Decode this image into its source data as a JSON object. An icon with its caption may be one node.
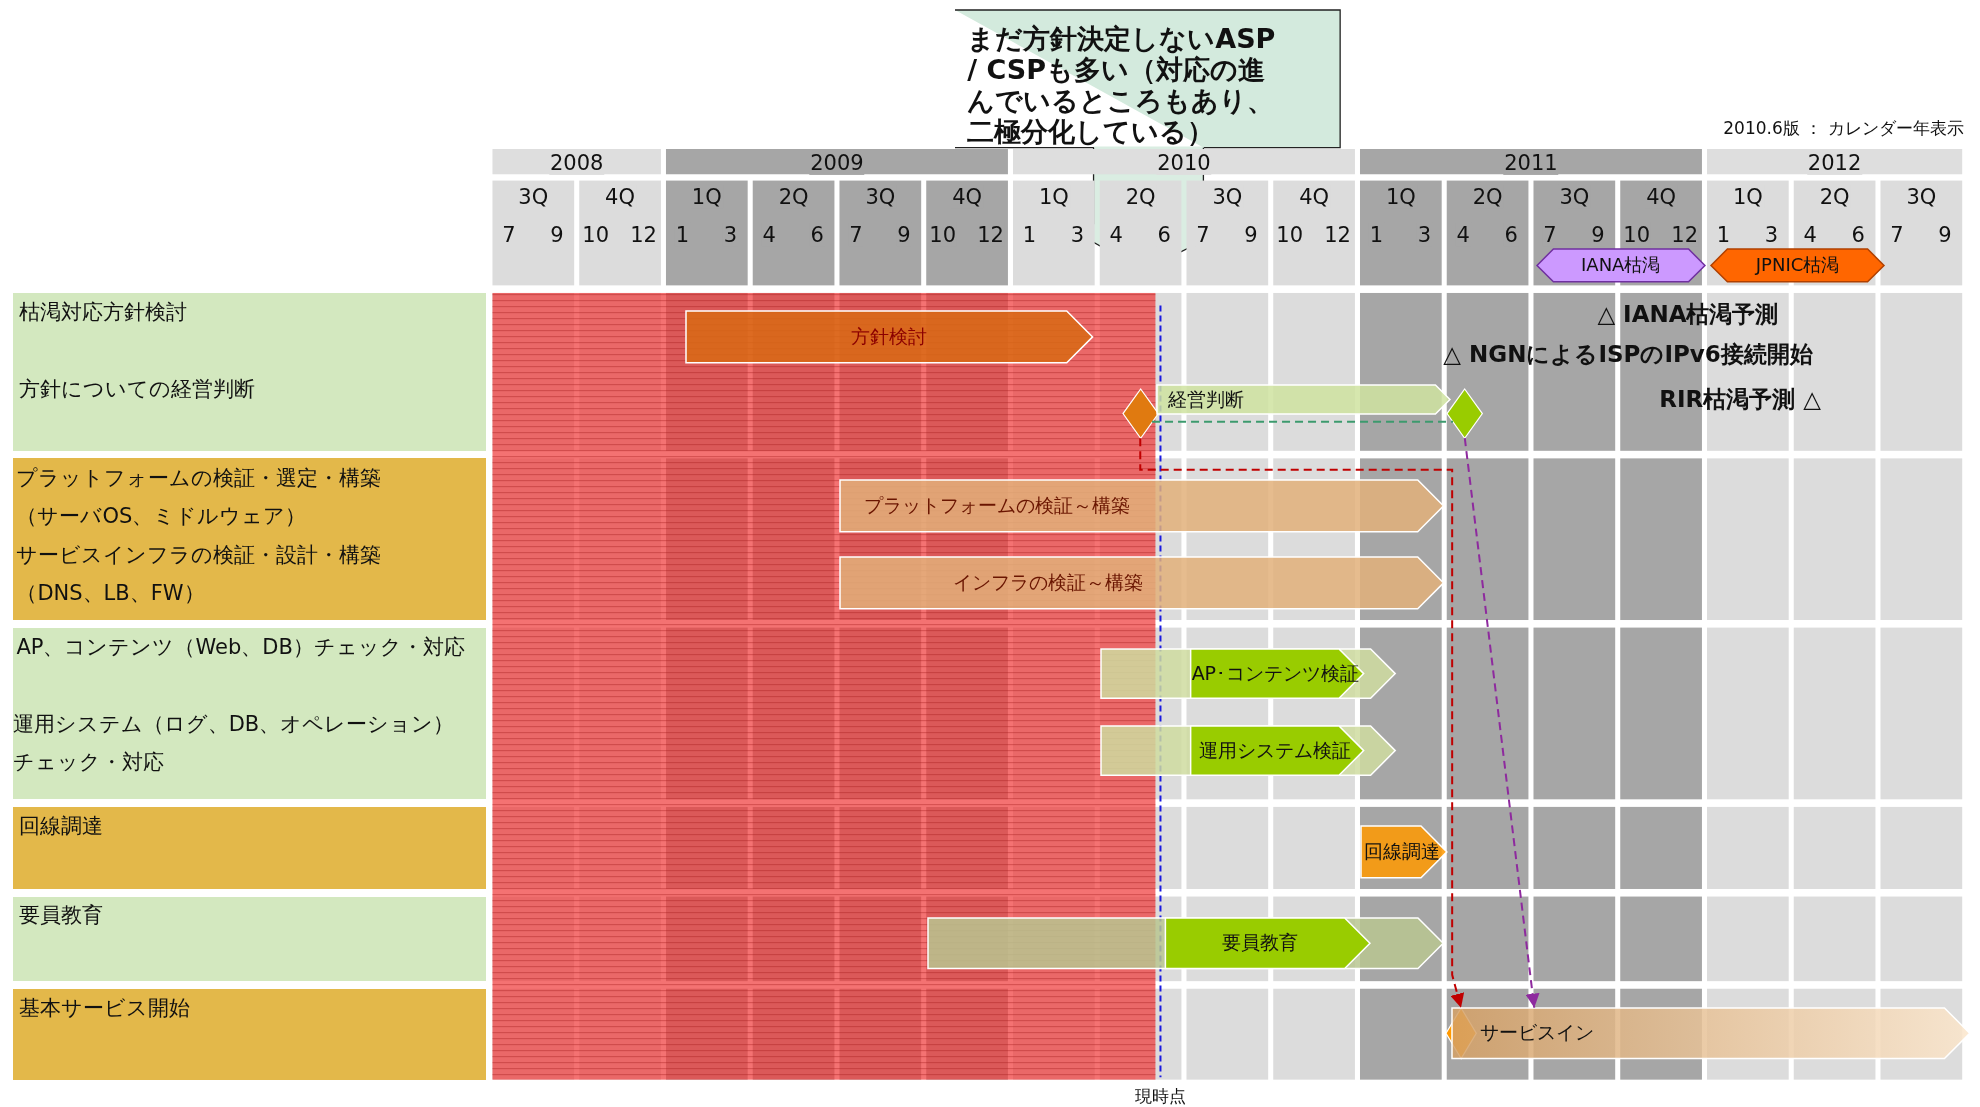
{
  "diagram": {
    "nodes": [
      {
        "text": [
          "まだ方針決定しないASP / CSPも多い（対応の進んでいるところもあり、二極分化している）"
        ]
      },
      {
        "text": [
          "IANA枯渇"
        ]
      },
      {
        "text": [
          "JPNIC枯渇"
        ]
      },
      {
        "text": [
          "枯渇対応方針検討",
          "方針についての経営判断"
        ]
      },
      {
        "text": [
          "プラットフォームの検証・選定・構築（サーバOS、ミドルウェア）",
          "サービスインフラの検証・設計・構築（DNS、LB、FW）"
        ]
      },
      {
        "text": [
          "AP、コンテンツ（Web、DB）チェック・対応",
          "運用システム（ログ、DB、オペレーション）チェック・対応"
        ]
      },
      {
        "text": [
          "回線調達"
        ]
      },
      {
        "text": [
          "要員教育"
        ]
      },
      {
        "text": [
          "基本サービス開始"
        ]
      },
      {
        "text": [
          "方針検討"
        ]
      },
      {
        "text": [],
        "shape": "diamond"
      },
      {
        "text": [
          "経営判断"
        ]
      },
      {
        "text": [],
        "shape": "diamond"
      },
      {
        "text": [
          "プラットフォームの検証～構築"
        ]
      },
      {
        "text": [
          "インフラの検証～構築"
        ]
      },
      {
        "text": [
          "AP･コンテンツ検証"
        ]
      },
      {
        "text": [
          "運用システム検証"
        ]
      },
      {
        "text": [
          "回線調達"
        ]
      },
      {
        "text": [
          "要員教育"
        ]
      },
      {
        "text": [],
        "shape": "diamond"
      },
      {
        "text": [
          "サービスイン"
        ]
      }
    ],
    "edges": [
      {
        "from": 10,
        "to": 12,
        "arrow": "none",
        "style": "dashed",
        "color": "#3c9a6e"
      },
      {
        "from": 10,
        "to": 19,
        "arrow": "to",
        "style": "dashed",
        "color": "#c00000"
      },
      {
        "from": 12,
        "to": 20,
        "arrow": "to",
        "style": "dashed",
        "color": "#8e2a9e"
      }
    ],
    "labels": [
      "2010.6版 ： カレンダー年表示",
      "2008",
      "2009",
      "2010",
      "2011",
      "2012",
      "3Q",
      "4Q",
      "1Q",
      "2Q",
      "3Q",
      "4Q",
      "1Q",
      "2Q",
      "3Q",
      "4Q",
      "1Q",
      "2Q",
      "3Q",
      "4Q",
      "1Q",
      "2Q",
      "3Q",
      "7",
      "9",
      "10",
      "12",
      "1",
      "3",
      "4",
      "6",
      "7",
      "9",
      "10",
      "12",
      "1",
      "3",
      "4",
      "6",
      "7",
      "9",
      "10",
      "12",
      "1",
      "3",
      "4",
      "6",
      "7",
      "9",
      "10",
      "12",
      "1",
      "3",
      "4",
      "6",
      "7",
      "9",
      "△ IANA枯渇予測",
      "△ NGNによるISPのIPv6接続開始",
      "RIR枯渇予測 △",
      "現時点"
    ]
  }
}
